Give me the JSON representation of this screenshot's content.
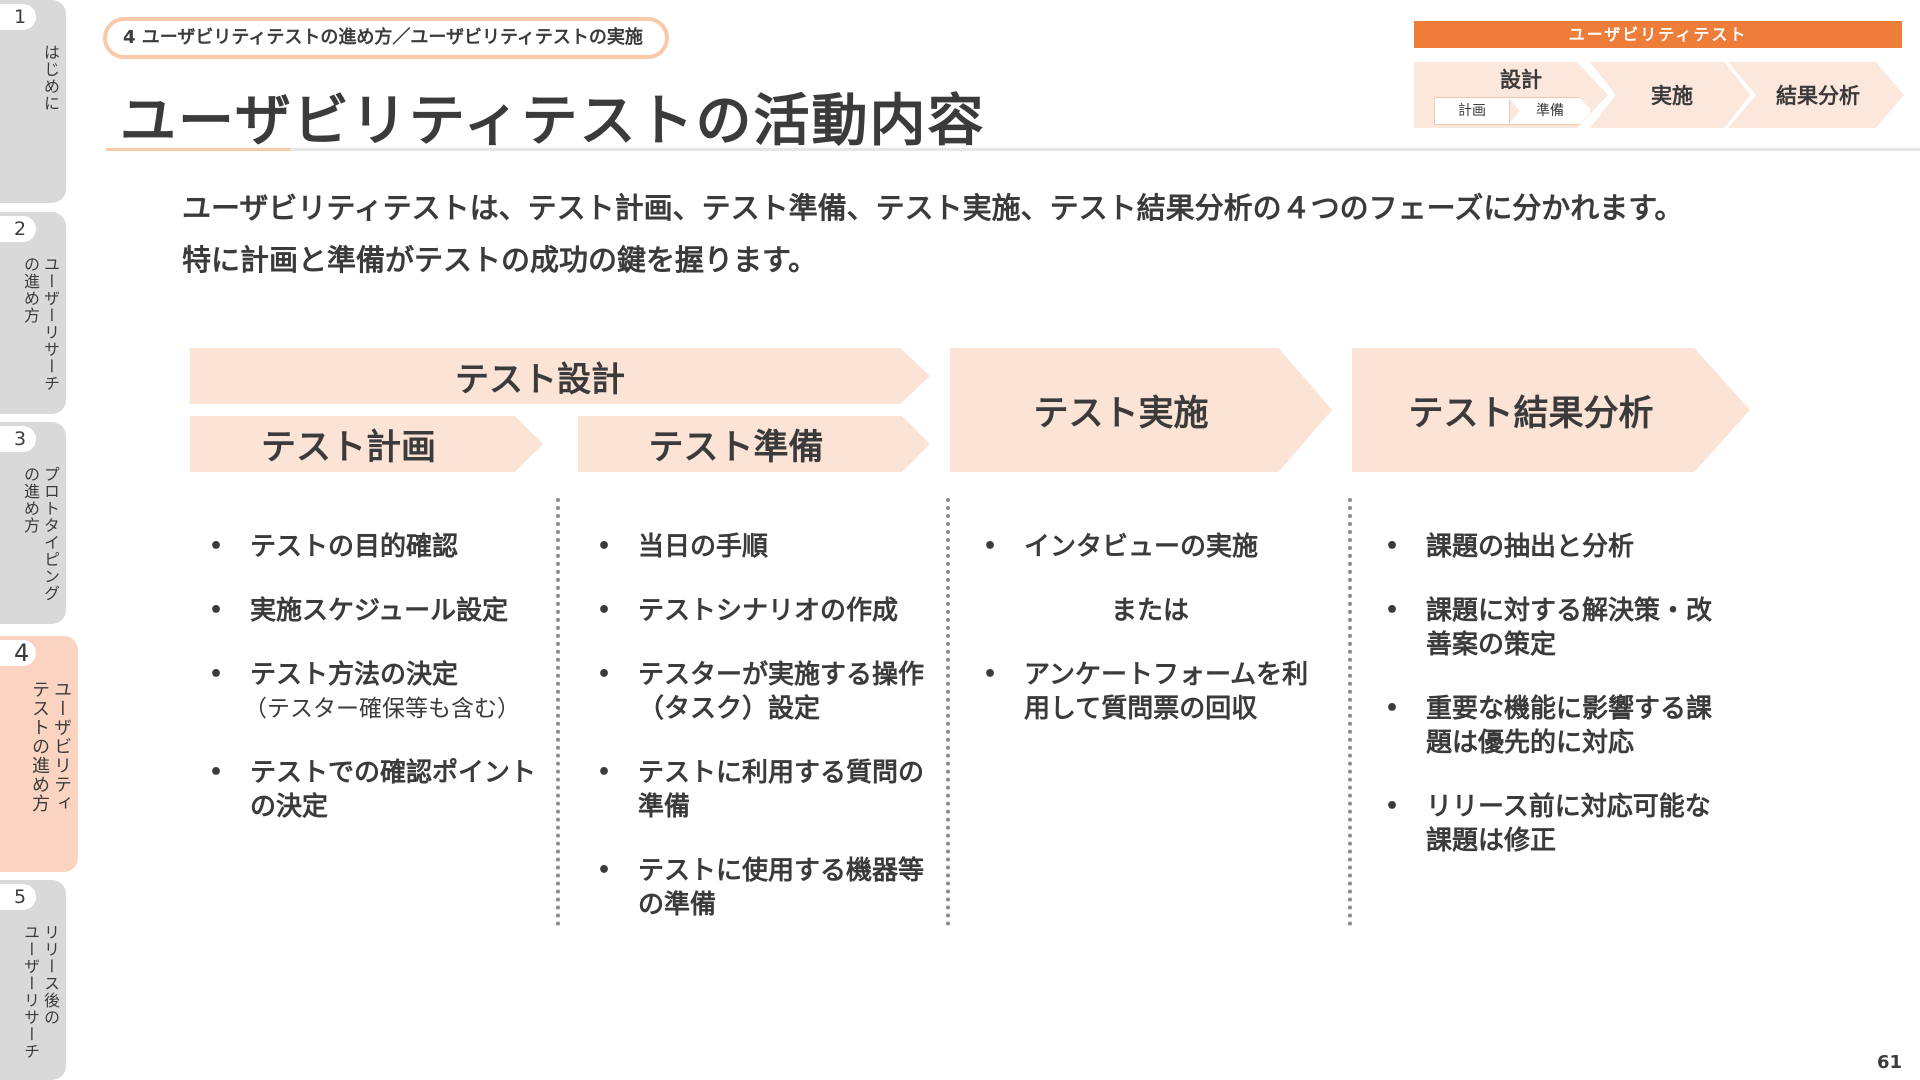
{
  "sidebar": {
    "tabs": [
      {
        "number": "1",
        "label": "はじめに"
      },
      {
        "number": "2",
        "label": "ユーザーリサーチ\nの進め方"
      },
      {
        "number": "3",
        "label": "プロトタイピング\nの進め方"
      },
      {
        "number": "4",
        "label": "ユーザビリティ\nテストの進め方"
      },
      {
        "number": "5",
        "label": "リリース後の\nユーザーリサーチ"
      }
    ],
    "active_index": 3
  },
  "header": {
    "breadcrumb": "4 ユーザビリティテストの進め方／ユーザビリティテストの実施",
    "title": "ユーザビリティテストの活動内容"
  },
  "indicator": {
    "heading": "ユーザビリティテスト",
    "steps": {
      "design": "設計",
      "design_sub_plan": "計画",
      "design_sub_prep": "準備",
      "execution": "実施",
      "analysis": "結果分析"
    }
  },
  "intro": {
    "line1": "ユーザビリティテストは、テスト計画、テスト準備、テスト実施、テスト結果分析の４つのフェーズに分かれます。",
    "line2": "特に計画と準備がテストの成功の鍵を握ります。"
  },
  "phases": {
    "design": "テスト設計",
    "plan": "テスト計画",
    "prep": "テスト準備",
    "execution": "テスト実施",
    "analysis": "テスト結果分析"
  },
  "bullet_symbol": "•",
  "lists": {
    "plan": {
      "items": [
        "テストの目的確認",
        "実施スケジュール設定",
        "テスト方法の決定",
        "テストでの確認ポイントの決定"
      ],
      "note": "（テスター確保等も含む）"
    },
    "prep": {
      "items": [
        "当日の手順",
        "テストシナリオの作成",
        "テスターが実施する操作（タスク）設定",
        "テストに利用する質問の準備",
        "テストに使用する機器等の準備"
      ]
    },
    "execution": {
      "items": [
        "インタビューの実施",
        "アンケートフォームを利用して質問票の回収"
      ],
      "or_text": "または"
    },
    "analysis": {
      "items": [
        "課題の抽出と分析",
        "課題に対する解決策・改善案の策定",
        "重要な機能に影響する課題は優先的に対応",
        "リリース前に対応可能な課題は修正"
      ]
    }
  },
  "page_number": "61",
  "colors": {
    "accent_orange": "#ee7d3a",
    "chevron_fill": "#fbe3d6",
    "active_tab": "#fad4c0",
    "inactive_tab": "#d9d9d9",
    "text": "#3b3b3b"
  }
}
